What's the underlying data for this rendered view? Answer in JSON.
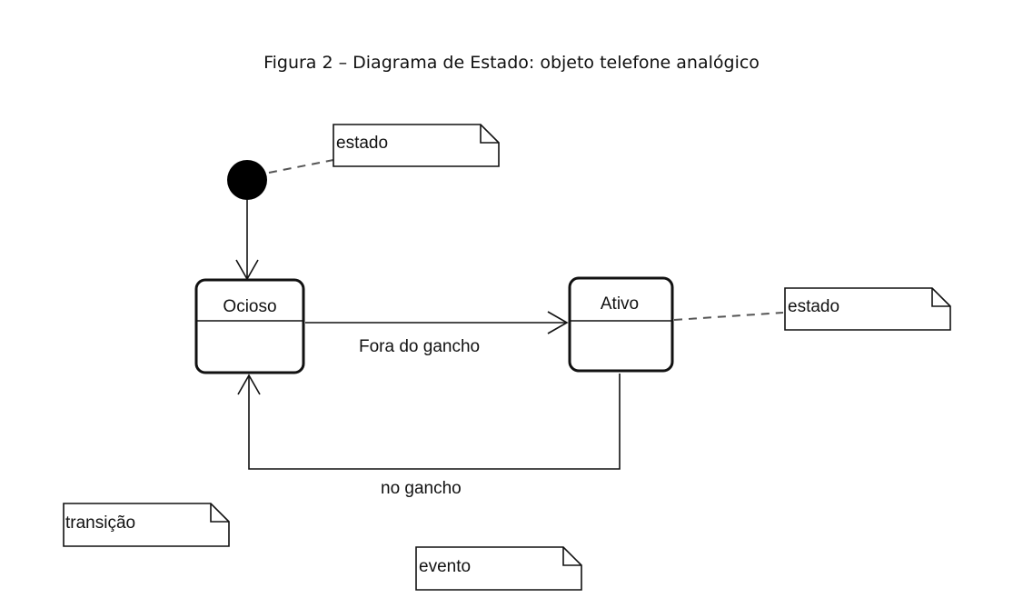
{
  "figure": {
    "title": "Figura 2 – Diagrama de Estado: objeto telefone analógico"
  },
  "states": {
    "idle": {
      "label": "Ocioso"
    },
    "active": {
      "label": "Ativo"
    }
  },
  "transitions": {
    "off_hook": {
      "label": "Fora do gancho"
    },
    "on_hook": {
      "label": "no gancho"
    }
  },
  "notes": {
    "initial_state": {
      "text": "estado"
    },
    "active_state": {
      "text": "estado"
    },
    "transition": {
      "text": "transição"
    },
    "event": {
      "text": "evento"
    }
  },
  "colors": {
    "stroke": "#111111",
    "note_dash": "#555555",
    "background": "#ffffff"
  }
}
